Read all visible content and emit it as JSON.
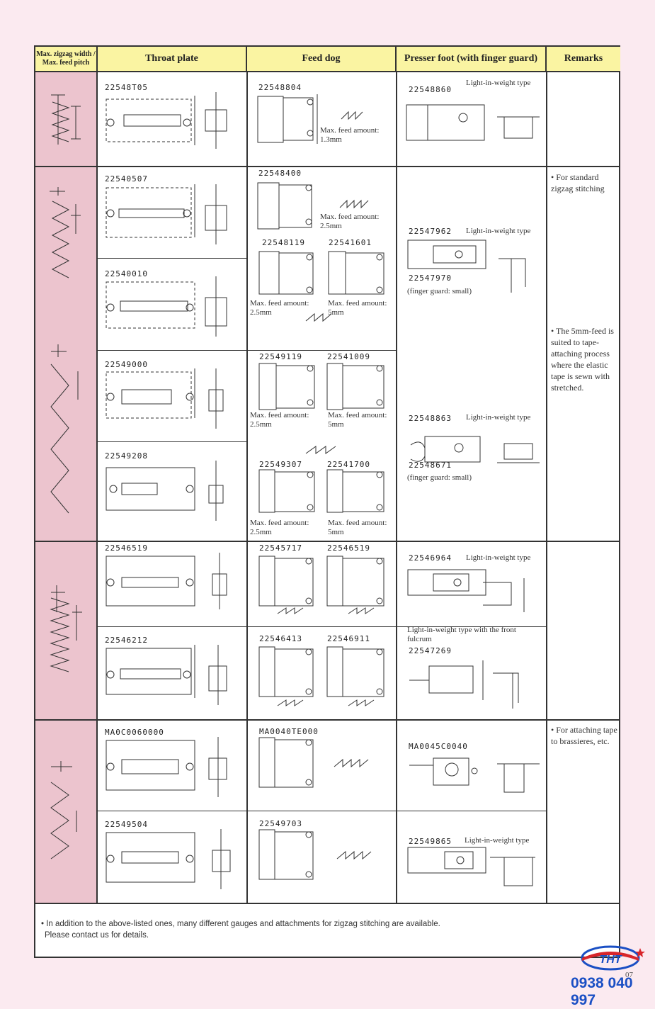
{
  "headers": {
    "col1": "Max. zigzag width / Max. feed pitch",
    "col2": "Throat plate",
    "col3": "Feed dog",
    "col4": "Presser foot (with finger guard)",
    "col5": "Remarks"
  },
  "throat_plates": [
    "22548T05",
    "22540507",
    "22540010",
    "22549000",
    "22549208",
    "22546519",
    "22546212",
    "MA0C0060000",
    "22549504"
  ],
  "feed_dogs": {
    "r1": "22548804",
    "r2a": "22548400",
    "r2b1": "22548119",
    "r2b2": "22541601",
    "r3a1": "22549119",
    "r3a2": "22541009",
    "r3b1": "22549307",
    "r3b2": "22541700",
    "r4a1": "22545717",
    "r4a2": "22546519",
    "r4b1": "22546413",
    "r4b2": "22546911",
    "r5a": "MA0040TE000",
    "r5b": "22549703"
  },
  "feed_notes": {
    "r1": "Max. feed amount: 1.3mm",
    "r2a": "Max. feed amount: 2.5mm",
    "r2b1": "Max. feed amount: 2.5mm",
    "r2b2": "Max. feed amount: 5mm",
    "r3a1": "Max. feed amount: 2.5mm",
    "r3a2": "Max. feed amount: 5mm",
    "r3b1": "Max. feed amount: 2.5mm",
    "r3b2": "Max. feed amount: 5mm"
  },
  "presser": {
    "p1_code": "22548860",
    "p1_type": "Light-in-weight type",
    "p2_code": "22547962",
    "p2_type": "Light-in-weight type",
    "p2_code2": "22547970",
    "p2_guard": "(finger guard: small)",
    "p3_code": "22548863",
    "p3_type": "Light-in-weight type",
    "p3_code2": "22548671",
    "p3_guard": "(finger guard: small)",
    "p4_code": "22546964",
    "p4_type": "Light-in-weight type",
    "p5_type": "Light-in-weight type with the front fulcrum",
    "p5_code": "22547269",
    "p6_code": "MA0045C0040",
    "p7_code": "22549865",
    "p7_type": "Light-in-weight type"
  },
  "remarks": {
    "r2": "• For standard zigzag stitching",
    "r3": "• The 5mm-feed is suited to tape-attaching process where the elastic tape is sewn with stretched.",
    "r5": "• For attaching tape to brassieres, etc."
  },
  "footnote": {
    "line1": "• In addition to the above-listed ones, many different gauges and attachments for zigzag stitching are available.",
    "line2": "Please contact us for details."
  },
  "page_number": "07",
  "phone": "0938 040 997",
  "logo_text": "THT",
  "colors": {
    "header_bg": "#faf4a2",
    "pink_col": "#ecc4ce",
    "page_bg": "#fbeaf0",
    "phone_blue": "#1a4fc4",
    "logo_red": "#d8262b"
  }
}
